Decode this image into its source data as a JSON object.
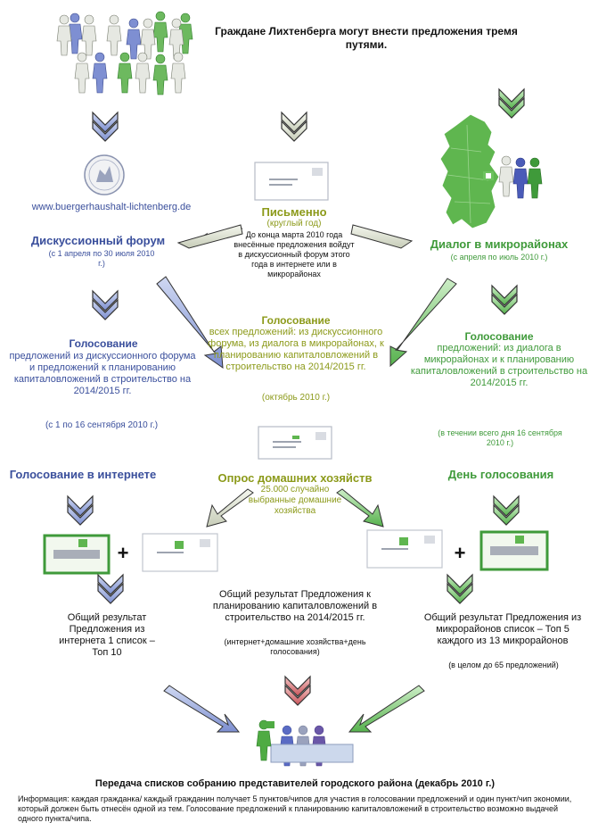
{
  "header": {
    "title": "Граждане Лихтенберга могут внести предложения тремя путями."
  },
  "left": {
    "url": "www.buergerhaushalt-lichtenberg.de",
    "forum_title": "Дискуссионный форум",
    "forum_dates": "(с 1 апреля по 30 июля 2010 г.)",
    "vote_title": "Голосование",
    "vote_text": "предложений из дискуссионного форума и предложений к планированию капиталовложений в строительство на 2014/2015 гг.",
    "vote_dates": "(с 1 по 16 сентября 2010 г.)",
    "internet_title": "Голосование в интернете",
    "result_text": "Общий результат Предложения из интернета 1 список – Топ 10"
  },
  "center": {
    "written_title": "Письменно",
    "written_sub": "(круглый год)",
    "written_text": "До конца марта 2010 года внесённые предложения войдут в дискуссионный форум этого года в интернете или в микрорайонах",
    "vote_title": "Голосование",
    "vote_text": "всех предложений: из дискуссионного форума, из диалога в микрорайонах, к планированию капиталовложений в строительство на 2014/2015 гг.",
    "vote_dates": "(октябрь 2010 г.)",
    "survey_title": "Опрос домашних хозяйств",
    "survey_text": "25.000 случайно выбранные домашние хозяйства",
    "result_text": "Общий результат Предложения к планированию капиталовложений в строительство на 2014/2015 гг.",
    "result_sub": "(интернет+домашние хозяйства+день голосования)"
  },
  "right": {
    "dialog_title": "Диалог в микрорайонах",
    "dialog_dates": "(с апреля по июль 2010 г.)",
    "vote_title": "Голосование",
    "vote_text": "предложений: из диалога в микрорайонах и к планированию капиталовложений в строительство на 2014/2015 гг.",
    "vote_dates": "(в течении всего дня 16 сентября 2010 г.)",
    "day_title": "День голосования",
    "result_text": "Общий результат Предложения из микрорайонов список – Топ 5 каждого из 13 микрорайонов",
    "result_sub": "(в целом до 65 предложений)"
  },
  "footer": {
    "transfer": "Передача списков собранию представителей городского района (декабрь 2010 г.)",
    "info": "Информация: каждая гражданка/ каждый гражданин получает 5 пунктов/чипов для участия в голосовании предложений и один пункт/чип экономии, который должен быть отнесён одной из тем. Голосование предложений к планированию капиталовложений в строительство возможно выдачей одного пункта/чипа."
  },
  "plus_sign": "+",
  "colors": {
    "blue": "#3a4f9c",
    "green": "#3f9a3a",
    "olive": "#8c9a1a",
    "red": "#c9555a"
  }
}
